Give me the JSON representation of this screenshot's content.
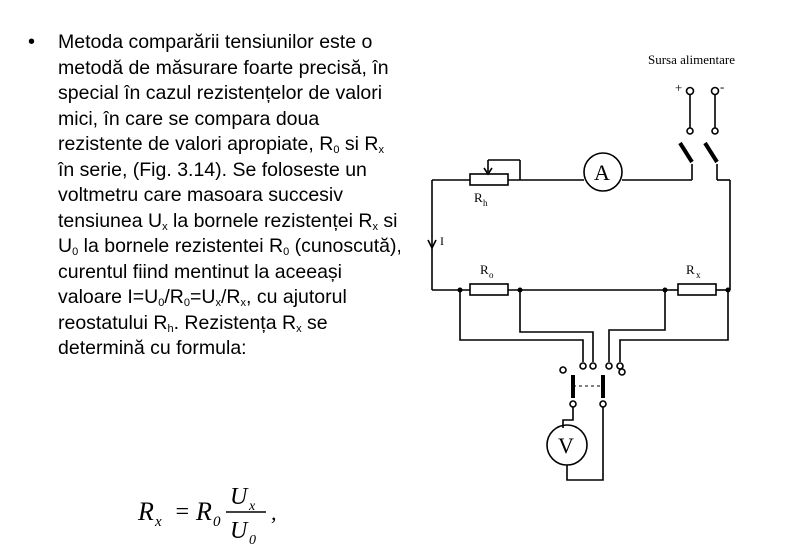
{
  "text_block": {
    "bullet": "•",
    "p1": "Metoda comparării tensiunilor este o metodă de măsurare foarte precisă, în special în cazul rezistențelor de valori mici, în care se compara doua rezistente de valori apropiate, R",
    "s1": "0",
    "p2": " si R",
    "s2": "x",
    "p3": " în serie, (Fig. 3.14). Se foloseste un voltmetru care masoara succesiv tensiunea U",
    "s3": "x",
    "p4": " la bornele rezistenței R",
    "s4": "x",
    "p5": " si U",
    "s5": "0",
    "p6": " la bornele rezistentei R",
    "s6": "0",
    "p7": " (cunoscută), curentul fiind mentinut la aceeași valoare I=U",
    "s7": "0",
    "p8": "/R",
    "s8": "0",
    "p9": "=U",
    "s9": "x",
    "p10": "/R",
    "s10": "x",
    "p11": ", cu ajutorul reostatului R",
    "s11": "h",
    "p12": ". Rezistența R",
    "s12": "x",
    "p13": " se determină cu formula:"
  },
  "formula": {
    "lhs": "R",
    "lhs_sub": "x",
    "eq": "=",
    "r": "R",
    "r_sub": "0",
    "num": "U",
    "num_sub": "x",
    "den": "U",
    "den_sub": "0",
    "tail": ","
  },
  "circuit": {
    "supply_label": "Sursa alimentare",
    "plus": "+",
    "minus": "-",
    "ammeter": "A",
    "voltmeter": "V",
    "rheostat": "R",
    "rheostat_sub": "h",
    "r0": "R",
    "r0_sub": "o",
    "rx": "R",
    "rx_sub": "x",
    "current": "I"
  }
}
